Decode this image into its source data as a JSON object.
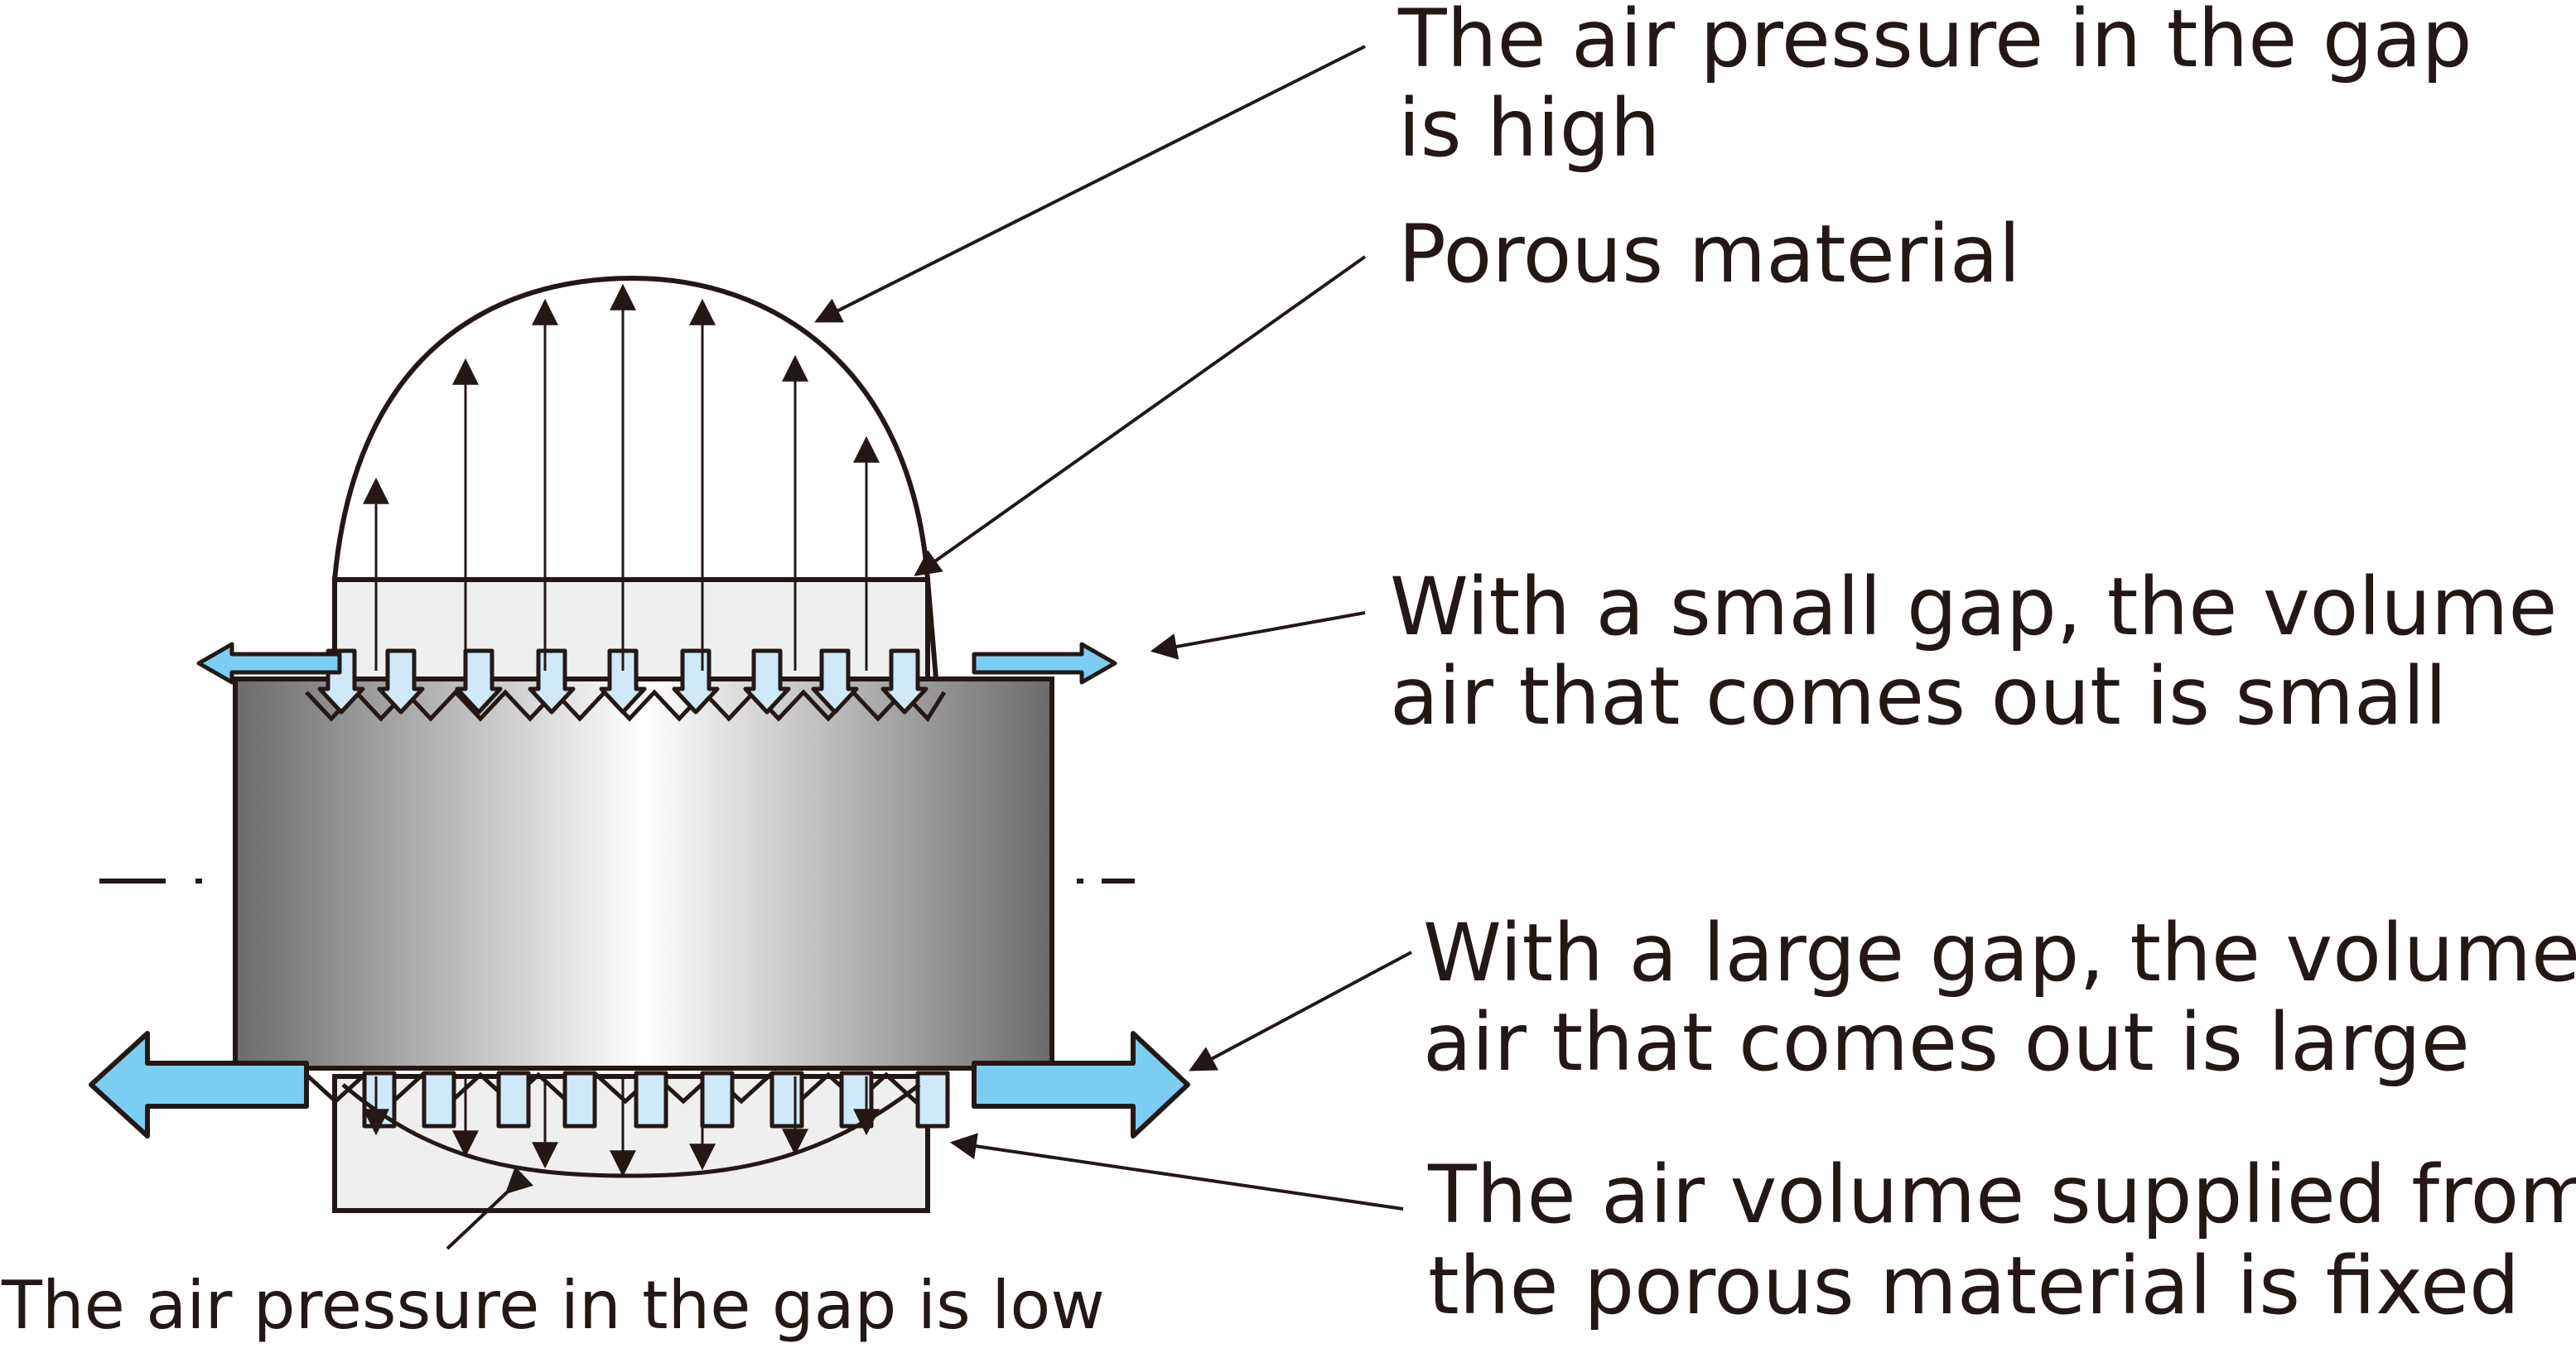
{
  "labels": {
    "pressure_high_line1": "The air pressure in the gap",
    "pressure_high_line2": "is high",
    "porous_material": "Porous material",
    "small_gap_line1": "With a small gap, the volume of",
    "small_gap_line2": "air that comes out is small",
    "large_gap_line1": "With a large gap, the volume of",
    "large_gap_line2": "air that comes out is large",
    "supply_line1": "The air volume supplied from",
    "supply_line2": "the porous material is fixed",
    "pressure_low": "The air pressure in the gap is low"
  },
  "colors": {
    "ink": "#231815",
    "air_fill": "#cfe9f9",
    "air_flow_large": "#7ccdf2",
    "porous_fill": "#efefef",
    "shaft_dark": "#6b6b6b",
    "shaft_light": "#ffffff"
  },
  "icons": {
    "air_flow": "arrow-icon",
    "pressure": "pressure-arrow-icon"
  }
}
